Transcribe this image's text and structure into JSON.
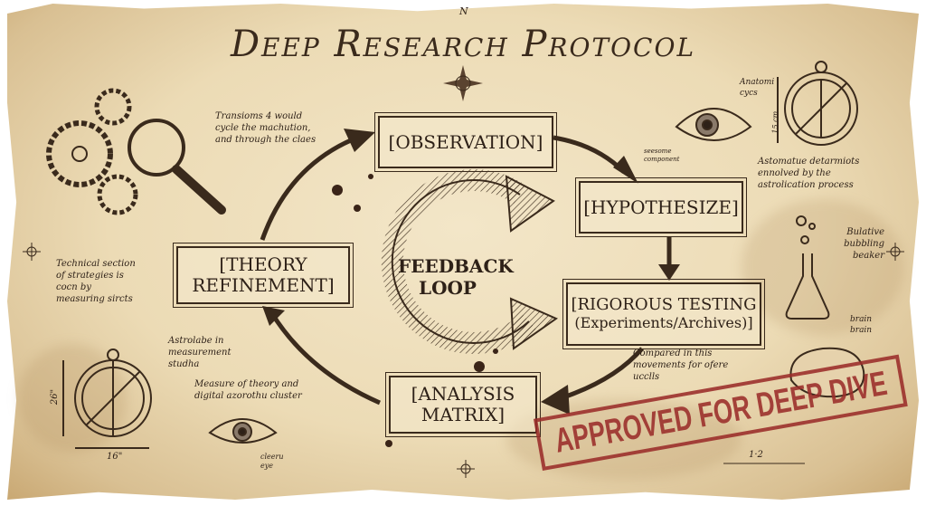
{
  "title": "Deep Research Protocol",
  "compass_label": "N",
  "steps": {
    "observation": "[OBSERVATION]",
    "hypothesize": "[HYPOTHESIZE]",
    "testing_line1": "[RIGOROUS TESTING",
    "testing_line2": "(Experiments/Archives)]",
    "analysis_line1": "[ANALYSIS",
    "analysis_line2": "MATRIX]",
    "theory_line1": "[THEORY",
    "theory_line2": "REFINEMENT]"
  },
  "center": {
    "line1": "FEEDBACK",
    "line2": "LOOP"
  },
  "notes": {
    "gears": "Transioms 4 would cycle the machution, and through the claes",
    "technical": "Technical section of strategies is cocn by measuring sircts",
    "astrolabe": "Astrolabe in measurement studha",
    "measure": "Measure of theory and digital azorothu cluster",
    "eye_left": "cleeru eye",
    "anatomic": "Anatomi cycs",
    "component": "seesome component",
    "automatic": "Astomatue detarmiots ennolved by the astrolication process",
    "beaker": "Bulative bubbling beaker",
    "brain": "brain brain",
    "compared": "Compared in this movements for ofere ucclls",
    "dim_26": "26\"",
    "dim_16": "16\"",
    "dim_15": "15 cm",
    "scale": "1·2"
  },
  "stamp": "APPROVED FOR DEEP DIVE",
  "colors": {
    "ink": "#2e2118",
    "stamp": "#9b2d2a",
    "paper": "#ecdbb5"
  }
}
